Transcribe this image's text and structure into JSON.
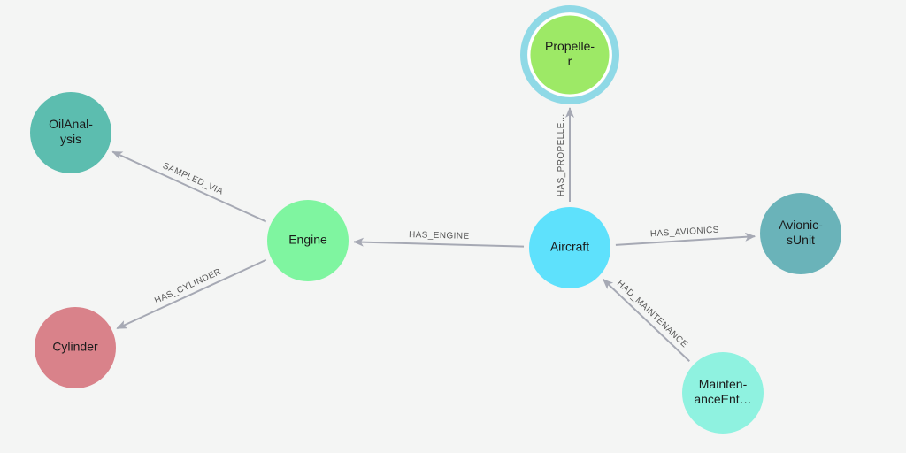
{
  "graph": {
    "nodes": [
      {
        "id": "aircraft",
        "lines": [
          "Aircraft"
        ],
        "color": "#5ee1fc",
        "selected": false
      },
      {
        "id": "propeller",
        "lines": [
          "Propelle-",
          "r"
        ],
        "color": "#9de966",
        "selected": true,
        "ring_color": "#8fd9e6"
      },
      {
        "id": "engine",
        "lines": [
          "Engine"
        ],
        "color": "#7ff5a0",
        "selected": false
      },
      {
        "id": "oil-analysis",
        "lines": [
          "OilAnal-",
          "ysis"
        ],
        "color": "#5cbdaf",
        "selected": false
      },
      {
        "id": "cylinder",
        "lines": [
          "Cylinder"
        ],
        "color": "#d9828a",
        "selected": false
      },
      {
        "id": "avionics-unit",
        "lines": [
          "Avionic-",
          "sUnit"
        ],
        "color": "#6ab3b9",
        "selected": false
      },
      {
        "id": "maintenance-entry",
        "lines": [
          "Mainten-",
          "anceEnt…"
        ],
        "color": "#8ff2e0",
        "selected": false
      }
    ],
    "edges": [
      {
        "id": "has-propeller",
        "from": "aircraft",
        "to": "propeller",
        "label": "HAS_PROPELLE…"
      },
      {
        "id": "has-engine",
        "from": "aircraft",
        "to": "engine",
        "label": "HAS_ENGINE"
      },
      {
        "id": "has-avionics",
        "from": "aircraft",
        "to": "avionics-unit",
        "label": "HAS_AVIONICS"
      },
      {
        "id": "had-maintenance",
        "from": "maintenance-entry",
        "to": "aircraft",
        "label": "HAD_MAINTENANCE"
      },
      {
        "id": "sampled-via",
        "from": "engine",
        "to": "oil-analysis",
        "label": "SAMPLED_VIA"
      },
      {
        "id": "has-cylinder",
        "from": "engine",
        "to": "cylinder",
        "label": "HAS_CYLINDER"
      }
    ]
  }
}
